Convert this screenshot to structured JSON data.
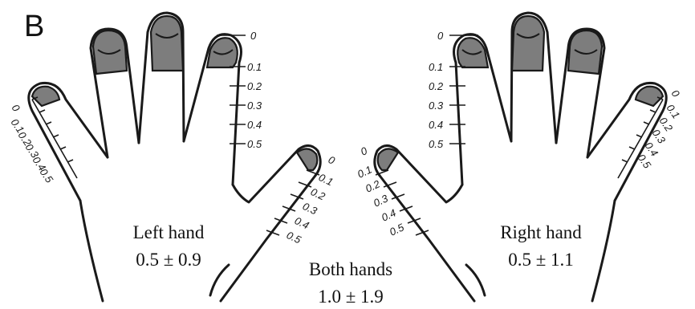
{
  "panel_label": "B",
  "scale_ticks": [
    "0",
    "0.1",
    "0.2",
    "0.3",
    "0.4",
    "0.5"
  ],
  "left_hand": {
    "label": "Left hand",
    "value": "0.5 ± 0.9"
  },
  "right_hand": {
    "label": "Right hand",
    "value": "0.5 ± 1.1"
  },
  "both_hands": {
    "label": "Both hands",
    "value": "1.0 ± 1.9"
  },
  "colors": {
    "nail_fill": "#7d7d7d",
    "outline": "#1a1a1a",
    "background": "#ffffff"
  }
}
